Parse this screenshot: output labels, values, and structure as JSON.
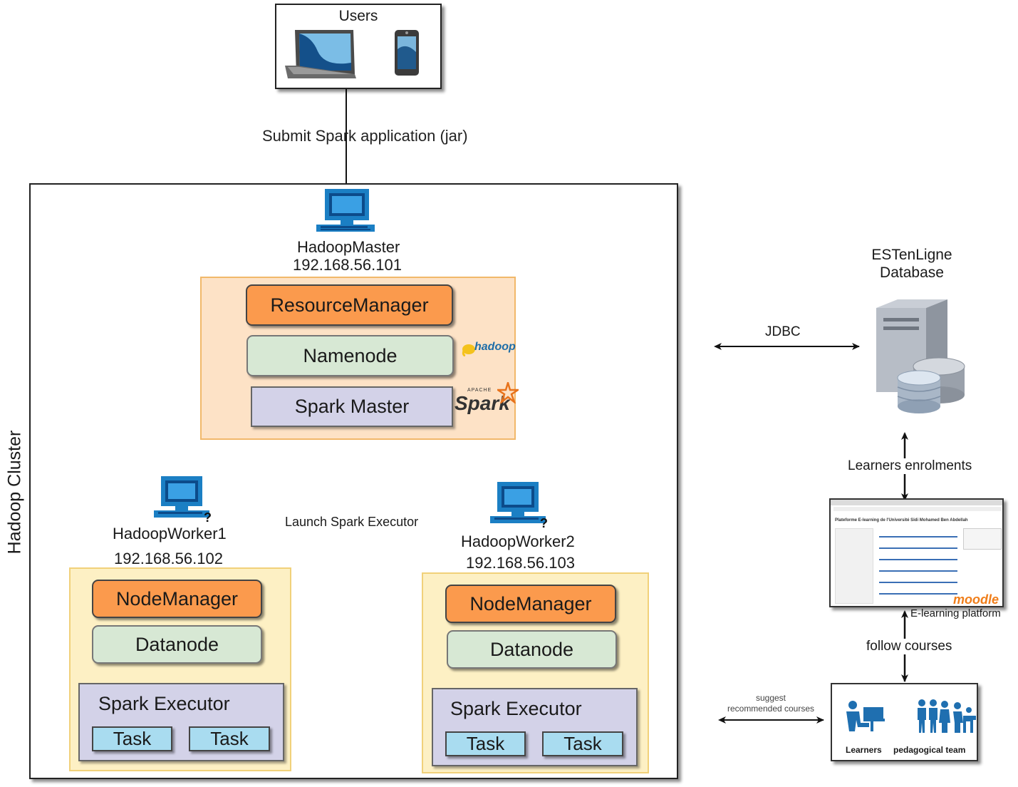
{
  "users": {
    "title": "Users"
  },
  "submit_label": "Submit Spark application (jar)",
  "cluster": {
    "label": "Hadoop Cluster"
  },
  "master": {
    "name": "HadoopMaster",
    "ip": "192.168.56.101",
    "resource_manager": "ResourceManager",
    "namenode": "Namenode",
    "spark_master": "Spark Master",
    "hadoop_logo_text": "hadoop",
    "spark_logo_text": "Spark",
    "spark_logo_apache": "APACHE"
  },
  "launch_label": "Launch Spark Executor",
  "worker1": {
    "name": "HadoopWorker1",
    "ip": "192.168.56.102",
    "node_manager": "NodeManager",
    "datanode": "Datanode",
    "executor": "Spark Executor",
    "task1": "Task",
    "task2": "Task"
  },
  "worker2": {
    "name": "HadoopWorker2",
    "ip": "192.168.56.103",
    "node_manager": "NodeManager",
    "datanode": "Datanode",
    "executor": "Spark Executor",
    "task1": "Task",
    "task2": "Task"
  },
  "database": {
    "line1": "ESTenLigne",
    "line2": "Database"
  },
  "jdbc_label": "JDBC",
  "enrolments_label": "Learners enrolments",
  "elearning": {
    "caption": "E-learning platform",
    "logo": "moodle",
    "page_title": "Plateforme E-learning de l'Université Sidi Mohamed Ben Abdellah"
  },
  "follow_label": "follow courses",
  "suggest_label_1": "suggest",
  "suggest_label_2": "recommended courses",
  "people": {
    "learners": "Learners",
    "team": "pedagogical team"
  },
  "colors": {
    "orange": "#fb9a4d",
    "green": "#d7e8d4",
    "purple": "#d3d2e8",
    "task_blue": "#a9dcf0",
    "master_panel": "#fde2c6",
    "worker_panel": "#fdf0c4",
    "computer_blue": "#1b7fc4"
  }
}
